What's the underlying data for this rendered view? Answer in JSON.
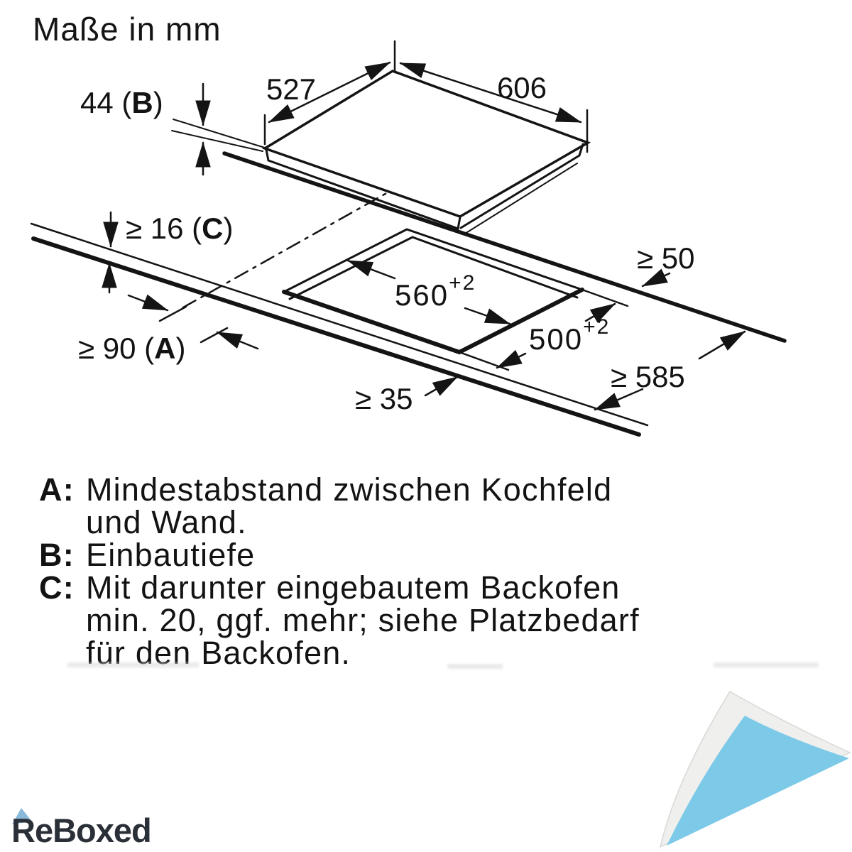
{
  "title": "Maße in mm",
  "diagram": {
    "top_width": "527",
    "top_depth": "606",
    "build_depth": {
      "prefix": "44 (",
      "key": "B",
      "suffix": ")"
    },
    "worktop_thickness": {
      "prefix": "≥ 16 (",
      "key": "C",
      "suffix": ")"
    },
    "wall_distance": {
      "prefix": "≥ 90 (",
      "key": "A",
      "suffix": ")"
    },
    "cutout_width": {
      "base": "560",
      "sup": "+2"
    },
    "cutout_depth": {
      "base": "500",
      "sup": "+2"
    },
    "rear_clearance": "≥ 50",
    "front_clearance": "≥ 35",
    "total_depth": "≥ 585"
  },
  "legend": {
    "lines": [
      {
        "key": "A:",
        "text": "Mindestabstand zwischen Kochfeld"
      },
      {
        "key": "",
        "text": "und Wand."
      },
      {
        "key": "B:",
        "text": "Einbautiefe"
      },
      {
        "key": "C:",
        "text": "Mit darunter eingebautem Backofen"
      },
      {
        "key": "",
        "text": "min. 20, ggf. mehr; siehe Platzbedarf"
      },
      {
        "key": "",
        "text": "für den Backofen."
      }
    ]
  },
  "branding": {
    "logo_text": "ReBoxed"
  },
  "colors": {
    "line": "#141414",
    "curl_blue": "#7cc9e8",
    "curl_white": "#efefed",
    "curl_edge": "#d8d8d5",
    "logo_blue": "#8ab8d9",
    "logo_dark": "#2b3038"
  }
}
